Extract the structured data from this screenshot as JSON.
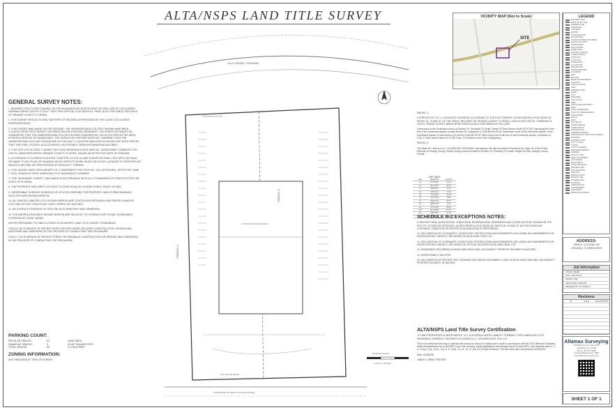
{
  "title": "ALTA/NSPS LAND TITLE SURVEY",
  "general_notes": {
    "heading": "GENERAL SURVEY NOTES:",
    "items": [
      "1. BEARING STRUCTURE IS BASED ON THE MONUMENTED NORTH RIGHT OF WAY LINE OF OLD CHENEY HIGHWAY, BEING SOUTH 72°19'47\" EAST PER OFFICIAL PLAT BOOK 63, PAGE 16 OF THE PUBLIC RECORDS OF ORANGE COUNTY, FLORIDA.",
      "2. THIS SURVEY REFLECTS ONLY MATTERS OF RECORD AS PROVIDED BY THE CLIENT OR CLIENTS REPRESENTATIVE.",
      "3. THIS SURVEY WAS MADE ON THE GROUND. THE UNDERGROUND UTILITIES SHOWN HAVE BEEN LOCATED FROM FIELD SURVEY INFORMATION AND EXISTING DRAWINGS. THE SURVEYOR MAKES NO GUARANTEE THAT THE UNDERGROUND UTILITIES SHOWN COMPRISE ALL SUCH UTILITIES IN THE AREA, EITHER IN SERVICE OR ABANDONED. THE SURVEYOR FURTHER DOES NOT WARRANT THAT THE UNDERGROUND UTILITIES SHOWN ARE IN THE EXACT LOCATION INDICATED ALTHOUGH HE DOES CERTIFY THAT THEY ARE LOCATED AS ACCURATELY AS POSSIBLE FROM INFORMATION AVAILABLE.",
      "4. THIS SITE LIES IN ZONE X, BASED ON FLOOD INSURANCE RATE MAP NO. 12095C0265F COMMUNITY NO. 120179, UNINCORPORATED ORANGE COUNTY, FLORIDA, HAVING AN EFFECTIVE DATE OF 9/25/2009.",
      "5. ACCORDING TO FLORIDA STATUTES, CHAPTER 472.025, A LAND SURVEYOR SHALL NOT AFFIX HIS SEAL OR NAME TO ANY PLAN OR DRAWING WHICH DEPICTS WORK WHICH HE IS NOT LICENSED TO PERFORM OR WHICH IS BEYOND HIS PROFESSION OR SPECIALTY THEREIN.",
      "6. THIS SURVEY MADE WITH BENEFIT OF COMMITMENT FOR TITLE NO. 7112-4270491RHL, EFFECTIVE JUNE 7, 2023, ISSUED BY FIRST AMERICAN TITLE INSURANCE COMPANY.",
      "7. THIS \"BOUNDARY SURVEY\" WAS MADE IN ACCORDANCE WITH 5J-17 STANDARDS OF PRACTICE FOR THE STATE OF FLORIDA.",
      "8. THE PROPERTY HAS DIRECT ACCESS TO STATE ROAD 50, A PAVED PUBLIC RIGHT OF WAY.",
      "9. OBSERVABLE SURFACE EVIDENCE OF UTILITIES SERVING THE PROPERTY AND STORM DRAINAGE FACILITIES ARE SHOWN HEREON.",
      "10. ALL PARCELS AND/OR LOTS SHOWN HEREON ARE CONTIGUOUS BETWEEN SAID PARCELS AND/OR LOTS AND DO NOT CREATE ANY GAPS, GORES OR HIATUSES.",
      "11. NO SURFACE EVIDENCE OF SITE USE AS A CEMETERY WAS OBSERVED.",
      "12. THE MAPPED FEATURES SHOWN HEREON ARE RELATIVE TO FLORIDA STATE PLANE COORDINATE SYSTEM EAST ZONE, NAD83.",
      "NOTES PERTAINING TO TABLE A ITEMS OF ALTA/NSPS LAND TITLE SURVEY STANDARDS:",
      "ITEM 16: NO EVIDENCE OF RECENT EARTH MOVING WORK, BUILDING CONSTRUCTION, OR BUILDING ADDITIONS WAS OBSERVED IN THE PROCESS OF CONDUCTING THE FIELDWORK.",
      "ITEM 17: NO EVIDENCE OF RECENT STREET OR SIDEWALK CONSTRUCTION OR REPAIRS WAS OBSERVED IN THE PROCESS OF CONDUCTING THE FIELDWORK."
    ]
  },
  "parking": {
    "heading": "PARKING COUNT:",
    "rows": [
      {
        "label": "REGULAR SPACES:",
        "value": "93",
        "label2": "LAND AREA",
        "value2": ""
      },
      {
        "label": "HANDICAP SPACES:",
        "value": "3",
        "label2": "91,557 SQUARE FEET",
        "value2": ""
      },
      {
        "label": "TOTAL SPACES:",
        "value": "96",
        "label2": "2.1756 ACRES",
        "value2": ""
      }
    ]
  },
  "zoning": {
    "heading": "ZONING INFORMATION:",
    "text": "NOT PROVIDED AT TIME OF SURVEY"
  },
  "drawing": {
    "road_top": "OLD CHENEY HIGHWAY",
    "road_bottom": "STATE ROAD 50 (EAST COLONIAL DRIVE)",
    "parcel1": "PARCEL 1",
    "parcel2": "PARCEL 2",
    "building": "1 STORY BLOCK BUILDING",
    "bearing_top": "S72°19'47\"E 177.69'",
    "bearing_bottom": "S72°19'47\"E 180.02'",
    "graphic_scale": "GRAPHIC SCALE",
    "scale_note": "1 INCH = 30 FEET"
  },
  "legal": {
    "parcel1_heading": "PARCEL 1:",
    "parcel1_text": "A PORTION OF LOT 2, LOCKWOOD CROSSING, ACCORDING TO THE PLAT THEREOF, AS RECORDED IN PLAT BOOK 63, PAGES 16, 19 AND 20, OF THE PUBLIC RECORDS OF ORANGE COUNTY, FLORIDA, LYING IN SECTION 20, TOWNSHIP 22 SOUTH, RANGE 32 EAST, BEING MORE PARTICULARLY DESCRIBED AS FOLLOWS:",
    "parcel1_text2": "Commence at the Southwest corner of Section 20, Township 22 South, Range 32 East; thence North 00°47'38\" East along the East line of the Southwest quarter of said Section 20, a distance of 1328.88 feet to the Southwest corner of the Northeast quarter of the Southwest quarter of said Section 20; thence North 89°01'00\" West, along the South line of said Northeast quarter, a distance of 1321.47 feet; thence North 00°47'38\" East, 275.48 feet to the Point of Beginning.",
    "parcel2_heading": "PARCEL 2:",
    "parcel2_text": "The West 26.7 feet of Lot 2, LOCKWOOD CROSSING, according to the plat recorded in Plat Book 63, Page 18, of the Public Records of Orange County, Florida, being a parcel located in Section 20, Township 22 South, Range 32 East, Orange County, Florida."
  },
  "line_table": {
    "title": "LINE TABLE",
    "header": [
      "LINE",
      "BEARING",
      "LENGTH"
    ],
    "rows": [
      [
        "L1",
        "S72°19'W",
        "14.21'"
      ],
      [
        "L2",
        "N17°40'W",
        "26.70'"
      ],
      [
        "L3",
        "S89°01'E",
        "8.14'"
      ],
      [
        "L4",
        "N00°47'E",
        "12.50'"
      ],
      [
        "L5",
        "S72°19'E",
        "22.10'"
      ],
      [
        "L6",
        "N17°40'E",
        "9.86'"
      ],
      [
        "L7",
        "S00°47'W",
        "18.33'"
      ],
      [
        "L8",
        "N89°01'W",
        "6.42'"
      ],
      [
        "L9",
        "S72°19'W",
        "30.00'"
      ],
      [
        "L10",
        "N17°40'W",
        "15.75'"
      ],
      [
        "L11",
        "S89°01'E",
        "11.29'"
      ],
      [
        "L12",
        "N00°47'E",
        "7.88'"
      ]
    ]
  },
  "schedule": {
    "heading": "SCHEDULE B-2 EXCEPTIONS NOTES:",
    "items": [
      "9. RESTRICTIONS, DEDICATIONS, CONDITIONS, RESERVATIONS, EASEMENTS AND OTHER MATTERS SHOWN ON THE PLAT OF LOCKWOOD CROSSING, AS RECORDED IN PLAT BOOK 63, PAGES 18, 19 AND 20, BUT DELETING ANY COVENANT, CONDITION OR RESTRICTION INDICATING A PREFERENCE.",
      "10. DECLARATION OF COVENANTS, CONDITIONS, RESTRICTIONS AND EASEMENTS, INCLUDING ANY AMENDMENTS OR MODIFICATIONS THERETO, RECORDED IN BOOK 6308, PAGE 1747.",
      "11. DECLARATION OF COVENANTS, CONDITIONS, RESTRICTIONS AND EASEMENTS, INCLUDING ANY AMENDMENTS OR MODIFICATIONS THERETO, RECORDED IN OFFICIAL RECORDS BOOK 6308, PAGE 1767.",
      "12. AGREEMENT RECORDED IN BOOK 9465, PAGE 1539. (ON SUBJECT PROPERTY-BLANKET IN NATURE)",
      "13. INTENTIONALLY DELETED.",
      "15. DECLARATION OF RESTRICTIVE COVENANT RECORDED DECEMBER 6, 2005, IN BOOK 8345, PAGE 884. (ON SUBJECT PROPERTY-BLANKET IN NATURE)"
    ]
  },
  "certification": {
    "heading": "ALTA/NSPS Land Title Survey Certification",
    "to": "TO: MMJ PROPERTIES & INVESTMENTS, LLC, A GEORGIA LIMITED LIABILITY COMPANY; FIRST AMERICAN TITLE INSURANCE COMPANY; CHILDREN'S HOLDINGS LLC; ORLANDO EAST CDC LLC;",
    "text": "This is to certify that this map or plat and the survey on which it is based were made in accordance with the 2021 Minimum Standard Detail Requirements for ALTA/NSPS Land Title Surveys, jointly established and adopted by ALTA and NSPS, and includes Items 1, 2, 3, 4, 6(a), 7(a), 7(b1), 7(c), 8, 9, 11(a), 13, 14, 16, 17 and 19 of Table A thereof. The field work was completed on 6/28/2023.",
    "date": "Date: 6/28/2023",
    "surveyor": "JAMES D. BRAY PSM 6927"
  },
  "vicinity_map": {
    "title": "VICINITY MAP (Not to Scale)",
    "site_label": "SITE"
  },
  "legend": {
    "title": "LEGEND",
    "items": [
      "BOUNDARY LINE",
      "RIGHT OF WAY LINE",
      "EASEMENT LINE",
      "CENTERLINE",
      "CONCRETE",
      "ASPHALT",
      "FOUND IRON ROD",
      "SET IRON ROD",
      "FOUND CONCRETE MONUMENT",
      "FOUND NAIL & DISK",
      "WATER METER",
      "FIRE HYDRANT",
      "WATER VALVE",
      "SANITARY MANHOLE",
      "STORM MANHOLE",
      "CURB INLET",
      "LIGHT POLE",
      "POWER POLE",
      "GUY ANCHOR",
      "ELECTRIC BOX",
      "TELEPHONE RISER",
      "GAS METER",
      "SIGN",
      "BOLLARD",
      "BACKFLOW PREVENTER",
      "CLEANOUT",
      "HANDICAP SPACE",
      "TREE",
      "OVERHEAD LINE",
      "FENCE",
      "PLAT",
      "MEASURED",
      "CALCULATED",
      "DEED",
      "OFFICIAL RECORDS BOOK",
      "PAGE",
      "POINT OF BEGINNING",
      "POINT OF COMMENCEMENT",
      "NON-TANGENT",
      "RADIUS",
      "DELTA",
      "ARC LENGTH",
      "CHORD BEARING",
      "CHORD LENGTH",
      "IDENTIFICATION",
      "LICENSED BUSINESS",
      "PROFESSIONAL SURVEYOR & MAPPER",
      "ELEVATION",
      "FINISHED FLOOR",
      "NOT TO SCALE",
      "TYPICAL",
      "UTILITY EASEMENT",
      "DRAINAGE EASEMENT",
      "SIDEWALK",
      "BACK OF CURB",
      "EDGE OF PAVEMENT",
      "TOP OF BANK",
      "WOOD FENCE",
      "CHAIN LINK FENCE",
      "RETAINING WALL",
      "SPOT ELEVATION",
      "CONTOUR",
      "PARKING COUNT",
      "BUILDING LINE",
      "COVERED AREA",
      "ENTRANCE",
      "DUMPSTER PAD",
      "TRANSFORMER",
      "AREA DRAIN",
      "IRRIGATION CONTROL"
    ]
  },
  "address": {
    "title": "ADDRESS:",
    "line1": "16894 E. COLONIAL DR",
    "line2": "ORLANDO, FLORIDA 32820"
  },
  "job": {
    "title": "Job Information",
    "rows": [
      "JOB NO. B1486",
      "F.W.C. ON 6/21/23",
      "DRAWN: JDB",
      "FIELD DATE: 6/28/2023",
      "DRAWING BY: P.F.OSMOLC"
    ]
  },
  "revisions": {
    "title": "Revisions",
    "header": [
      "No.",
      "DATE",
      "DESCRIPTION"
    ],
    "rows": [
      [
        "",
        "",
        ""
      ],
      [
        "",
        "",
        ""
      ],
      [
        "",
        "",
        ""
      ],
      [
        "",
        "",
        ""
      ],
      [
        "",
        "",
        ""
      ],
      [
        "",
        "",
        ""
      ],
      [
        "",
        "",
        ""
      ],
      [
        "",
        "",
        ""
      ]
    ]
  },
  "company": {
    "name": "Altamax Surveying",
    "lines": [
      "910 Belle Avenue, Suite 1100",
      "Casselberry, FL 32708",
      "Phone: 407.677.0200",
      "Licensed Business No. 7833",
      "www.altamaxsurveying.com"
    ]
  },
  "sheet": "SHEET 1 OF 1"
}
